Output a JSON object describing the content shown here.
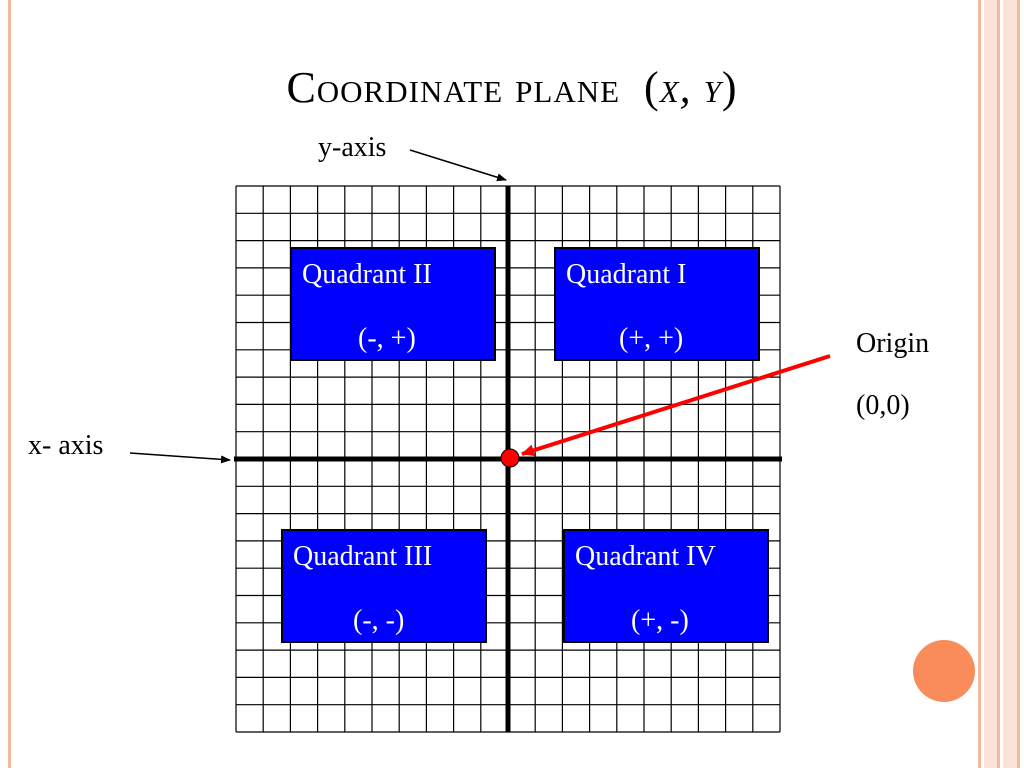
{
  "title": {
    "text": "Coordinate plane",
    "open_paren": "(",
    "var_x": "x,",
    "var_y": "y",
    "close_paren": ")"
  },
  "labels": {
    "y_axis": "y-axis",
    "x_axis": "x- axis",
    "origin": "Origin",
    "origin_coords": "(0,0)"
  },
  "quadrants": [
    {
      "name": "Quadrant II",
      "signs": "(-, +)"
    },
    {
      "name": "Quadrant I",
      "signs": "(+, +)"
    },
    {
      "name": "Quadrant III",
      "signs": "(-, -)"
    },
    {
      "name": "Quadrant IV",
      "signs": "(+, -)"
    }
  ],
  "colors": {
    "quadrant_fill": "#0000ff",
    "origin_marker": "#ff0000",
    "origin_arrow": "#ff0000",
    "accent_circle": "#f98c5a",
    "frame": "#f2b8a0"
  },
  "grid": {
    "columns": 20,
    "rows": 20
  }
}
